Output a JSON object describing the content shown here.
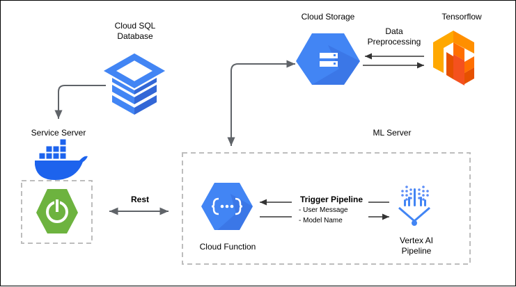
{
  "nodes": {
    "cloud_sql": {
      "line1": "Cloud SQL",
      "line2": "Database",
      "icon": "cloud-sql-database-icon"
    },
    "cloud_storage": {
      "label": "Cloud Storage",
      "icon": "cloud-storage-icon"
    },
    "tensorflow": {
      "label": "Tensorflow",
      "icon": "tensorflow-logo-icon"
    },
    "service_server": {
      "label": "Service Server",
      "icons": [
        "docker-whale-icon",
        "spring-power-icon"
      ]
    },
    "ml_server": {
      "label": "ML Server"
    },
    "cloud_function": {
      "label": "Cloud Function",
      "icon": "cloud-function-icon"
    },
    "vertex_ai": {
      "line1": "Vertex AI",
      "line2": "Pipeline",
      "icon": "vertex-ai-icon"
    }
  },
  "edges": {
    "data_preprocessing": {
      "line1": "Data",
      "line2": "Preprocessing"
    },
    "rest": {
      "label": "Rest"
    },
    "trigger_pipeline": {
      "title": "Trigger Pipeline",
      "item1": "- User Message",
      "item2": "- Model Name"
    }
  },
  "colors": {
    "gcp_blue": "#4285F4",
    "gcp_blue_dark": "#3367D6",
    "docker_blue": "#1D63ED",
    "spring_green": "#6DB33F",
    "tf_orange": "#FF6F00",
    "edge_gray": "#5F6368",
    "dash_gray": "#BDBDBD"
  }
}
